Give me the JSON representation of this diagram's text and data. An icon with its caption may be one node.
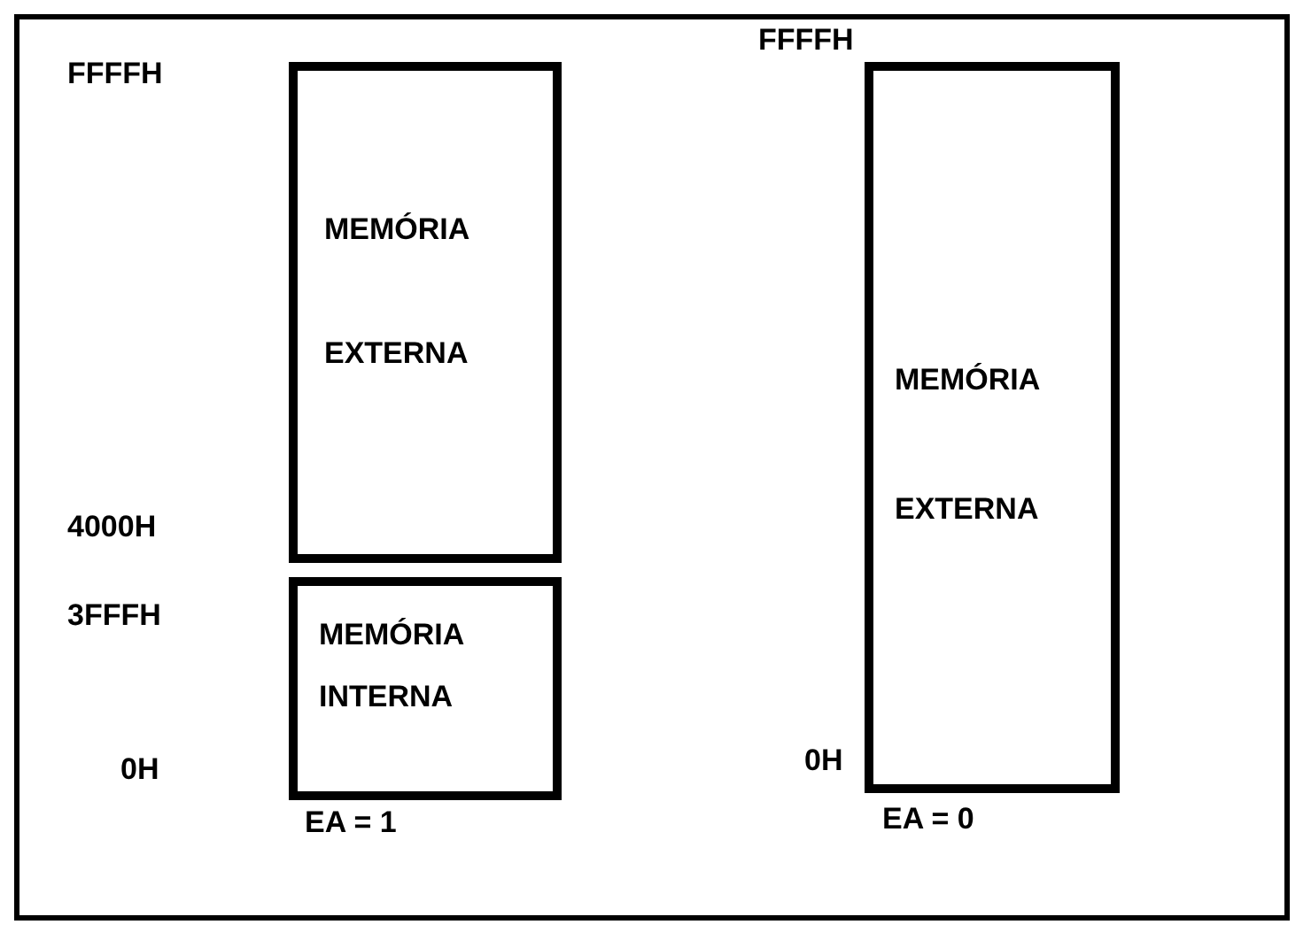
{
  "diagram": {
    "nodes": [
      {
        "text": [
          "MEMÓRIA EXTERNA"
        ]
      },
      {
        "text": [
          "MEMÓRIA INTERNA"
        ]
      },
      {
        "text": [
          "MEMÓRIA EXTERNA"
        ]
      }
    ],
    "labels": [
      "FFFFH",
      "FFFFH",
      "4000H",
      "3FFFH",
      "0H",
      "0H",
      "EA = 0",
      "EA = 1"
    ]
  }
}
